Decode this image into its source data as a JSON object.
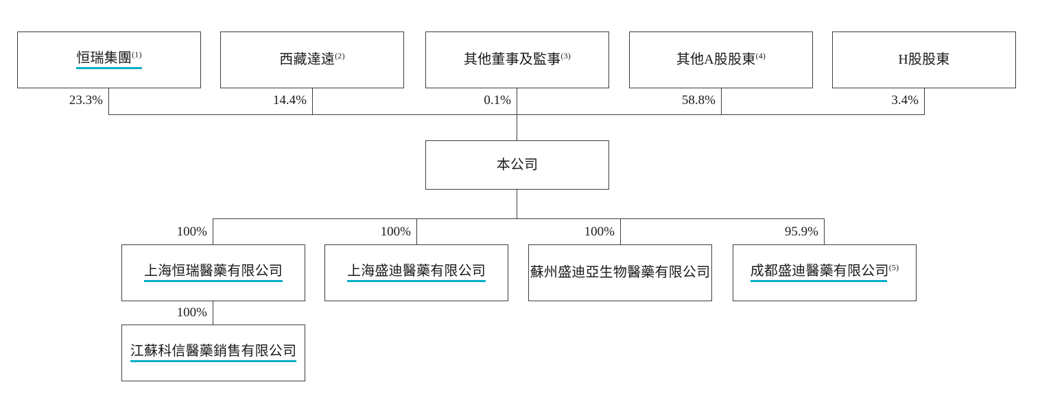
{
  "diagram": {
    "title": "Shareholding and corporate structure chart",
    "accent_color": "#00aec7",
    "line_color": "#3b3b3b",
    "background": "#ffffff",
    "shareholders": [
      {
        "name": "恒瑞集團",
        "footnote": "(1)",
        "underlined": true,
        "percent": "23.3%"
      },
      {
        "name": "西藏達遠",
        "footnote": "(2)",
        "underlined": false,
        "percent": "14.4%"
      },
      {
        "name": "其他董事及監事",
        "footnote": "(3)",
        "underlined": false,
        "percent": "0.1%"
      },
      {
        "name": "其他A股股東",
        "footnote": "(4)",
        "underlined": false,
        "percent": "58.8%"
      },
      {
        "name": "H股股東",
        "footnote": "",
        "underlined": false,
        "percent": "3.4%"
      }
    ],
    "company": {
      "name": "本公司",
      "footnote": "",
      "underlined": false
    },
    "subsidiaries": [
      {
        "name": "上海恒瑞醫藥有限公司",
        "footnote": "",
        "underlined": true,
        "percent": "100%"
      },
      {
        "name": "上海盛迪醫藥有限公司",
        "footnote": "",
        "underlined": true,
        "percent": "100%"
      },
      {
        "name": "蘇州盛迪亞生物醫藥有限公司",
        "footnote": "",
        "underlined": false,
        "percent": "100%"
      },
      {
        "name": "成都盛迪醫藥有限公司",
        "footnote": "(5)",
        "underlined": true,
        "percent": "95.9%"
      }
    ],
    "sub_subsidiaries": [
      {
        "name": "江蘇科信醫藥銷售有限公司",
        "footnote": "",
        "underlined": true,
        "percent": "100%"
      }
    ]
  }
}
